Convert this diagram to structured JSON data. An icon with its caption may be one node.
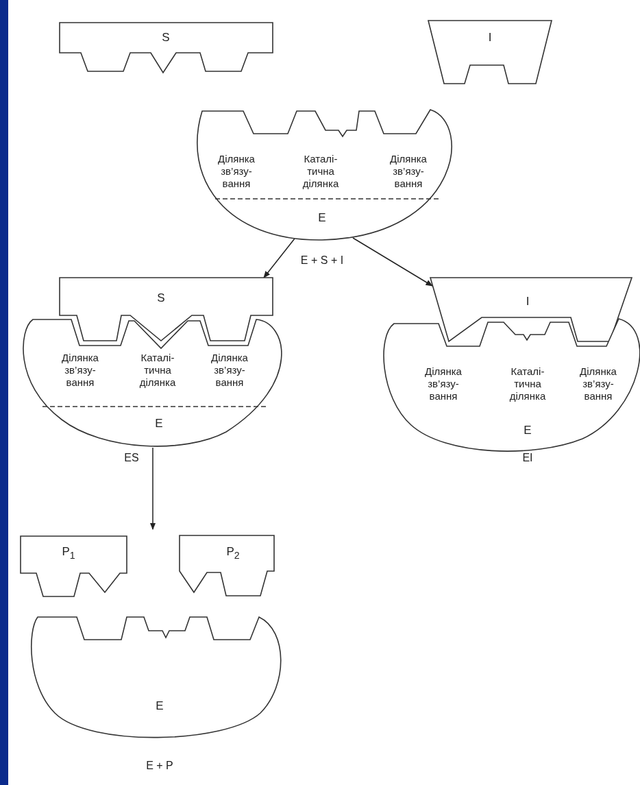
{
  "diagram": {
    "nodes": [
      {
        "text": [
          "S"
        ]
      },
      {
        "text": [
          "I"
        ]
      },
      {
        "text": [
          "Ділянка зв’язу- вання",
          "Каталі- тична ділянка",
          "Ділянка зв’язу- вання",
          "E"
        ],
        "beside": [
          "E + S + I"
        ]
      },
      {
        "text": [
          "S"
        ]
      },
      {
        "text": [
          "Ділянка зв’язу- вання",
          "Каталі- тична ділянка",
          "Ділянка зв’язу- вання",
          "E"
        ],
        "beside": [
          "ES"
        ]
      },
      {
        "text": [
          "I"
        ]
      },
      {
        "text": [
          "Ділянка зв’язу- вання",
          "Каталі- тична ділянка",
          "Ділянка зв’язу- вання",
          "E"
        ],
        "beside": [
          "EI"
        ]
      },
      {
        "text": [
          "P$_{1}$"
        ]
      },
      {
        "text": [
          "P$_{2}$"
        ]
      },
      {
        "text": [
          "E"
        ],
        "beside": [
          "E + P"
        ]
      }
    ],
    "edges": [
      {
        "from": 2,
        "to": 3,
        "arrow": "to"
      },
      {
        "from": 2,
        "to": 5,
        "arrow": "to"
      },
      {
        "from": 4,
        "to": null,
        "arrow": "to"
      }
    ]
  }
}
